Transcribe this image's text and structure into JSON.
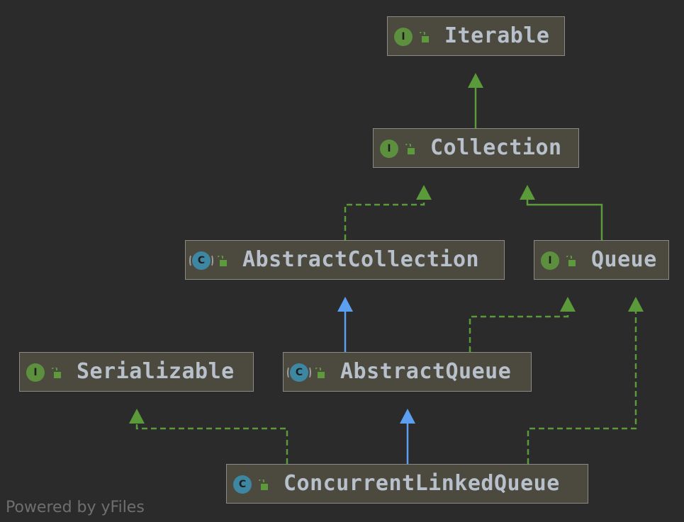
{
  "nodes": {
    "iterable": {
      "label": "Iterable",
      "kind": "interface",
      "badge": "I"
    },
    "collection": {
      "label": "Collection",
      "kind": "interface",
      "badge": "I"
    },
    "abstract_collection": {
      "label": "AbstractCollection",
      "kind": "abstract-class",
      "badge": "C"
    },
    "queue": {
      "label": "Queue",
      "kind": "interface",
      "badge": "I"
    },
    "serializable": {
      "label": "Serializable",
      "kind": "interface",
      "badge": "I"
    },
    "abstract_queue": {
      "label": "AbstractQueue",
      "kind": "abstract-class",
      "badge": "C"
    },
    "concurrent_linked_queue": {
      "label": "ConcurrentLinkedQueue",
      "kind": "class",
      "badge": "C"
    }
  },
  "edges": [
    {
      "from": "collection",
      "to": "iterable",
      "type": "extends-interface"
    },
    {
      "from": "abstract_collection",
      "to": "collection",
      "type": "implements"
    },
    {
      "from": "queue",
      "to": "collection",
      "type": "extends-interface"
    },
    {
      "from": "abstract_queue",
      "to": "abstract_collection",
      "type": "extends-class"
    },
    {
      "from": "abstract_queue",
      "to": "queue",
      "type": "implements"
    },
    {
      "from": "concurrent_linked_queue",
      "to": "abstract_queue",
      "type": "extends-class"
    },
    {
      "from": "concurrent_linked_queue",
      "to": "serializable",
      "type": "implements"
    },
    {
      "from": "concurrent_linked_queue",
      "to": "queue",
      "type": "implements"
    }
  ],
  "colors": {
    "background": "#2b2b2b",
    "node_fill": "#4c493e",
    "node_border": "#8b8b86",
    "interface_badge": "#5c8f3e",
    "class_badge": "#3e87a2",
    "implements_edge": "#5a9a3a",
    "extends_class_edge": "#5c9ef0",
    "label_text": "#b7c0cb"
  },
  "footer": "Powered by yFiles"
}
